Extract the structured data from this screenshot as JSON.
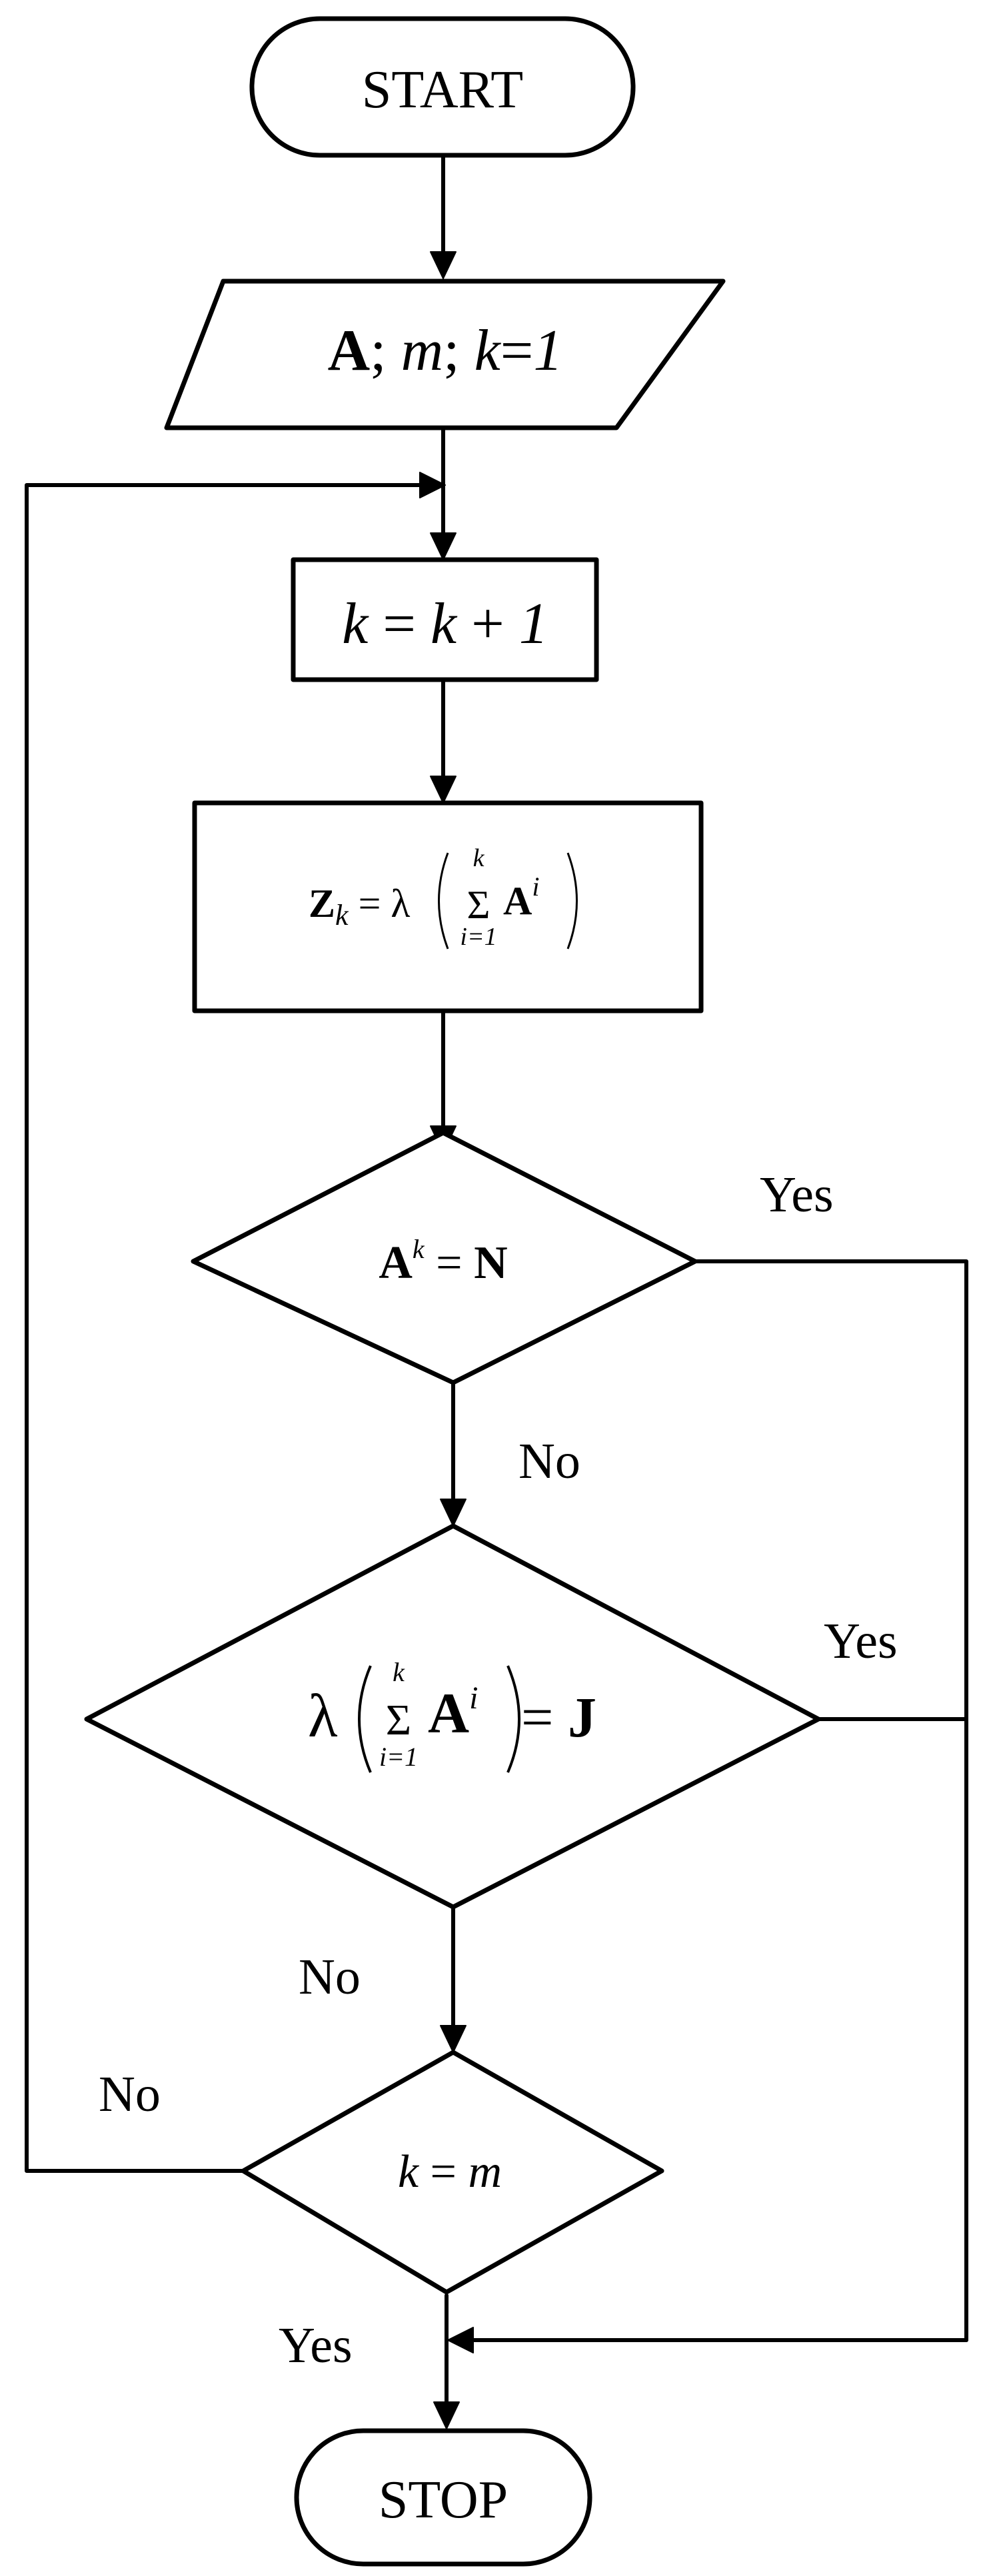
{
  "nodes": {
    "start": {
      "text": "START"
    },
    "input": {
      "a": "A",
      "sep1": "; ",
      "m": "m",
      "sep2": "; ",
      "k": "k",
      "eq": "=",
      "one": "1"
    },
    "increment": {
      "k1": "k",
      "eq": " = ",
      "k2": "k",
      "plus": " + ",
      "one": "1"
    },
    "compute_z": {
      "z": "Z",
      "sub_k": "k",
      "eq": " = ",
      "lambda": "λ",
      "sum": "Σ",
      "sum_top": "k",
      "sum_bottom": "i=1",
      "a": "A",
      "sup_i": "i"
    },
    "decision_n": {
      "a": "A",
      "sup_k": "k",
      "eq": " = ",
      "n": "N"
    },
    "decision_j": {
      "lambda": "λ",
      "sum": "Σ",
      "sum_top": "k",
      "sum_bottom": "i=1",
      "a": "A",
      "sup_i": "i",
      "eq": " = ",
      "j": "J"
    },
    "decision_m": {
      "k": "k",
      "eq": " = ",
      "m": "m"
    },
    "stop": {
      "text": "STOP"
    }
  },
  "edge_labels": {
    "decision_n_yes": "Yes",
    "decision_n_no": "No",
    "decision_j_yes": "Yes",
    "decision_j_no": "No",
    "decision_m_no": "No",
    "decision_m_yes": "Yes"
  }
}
